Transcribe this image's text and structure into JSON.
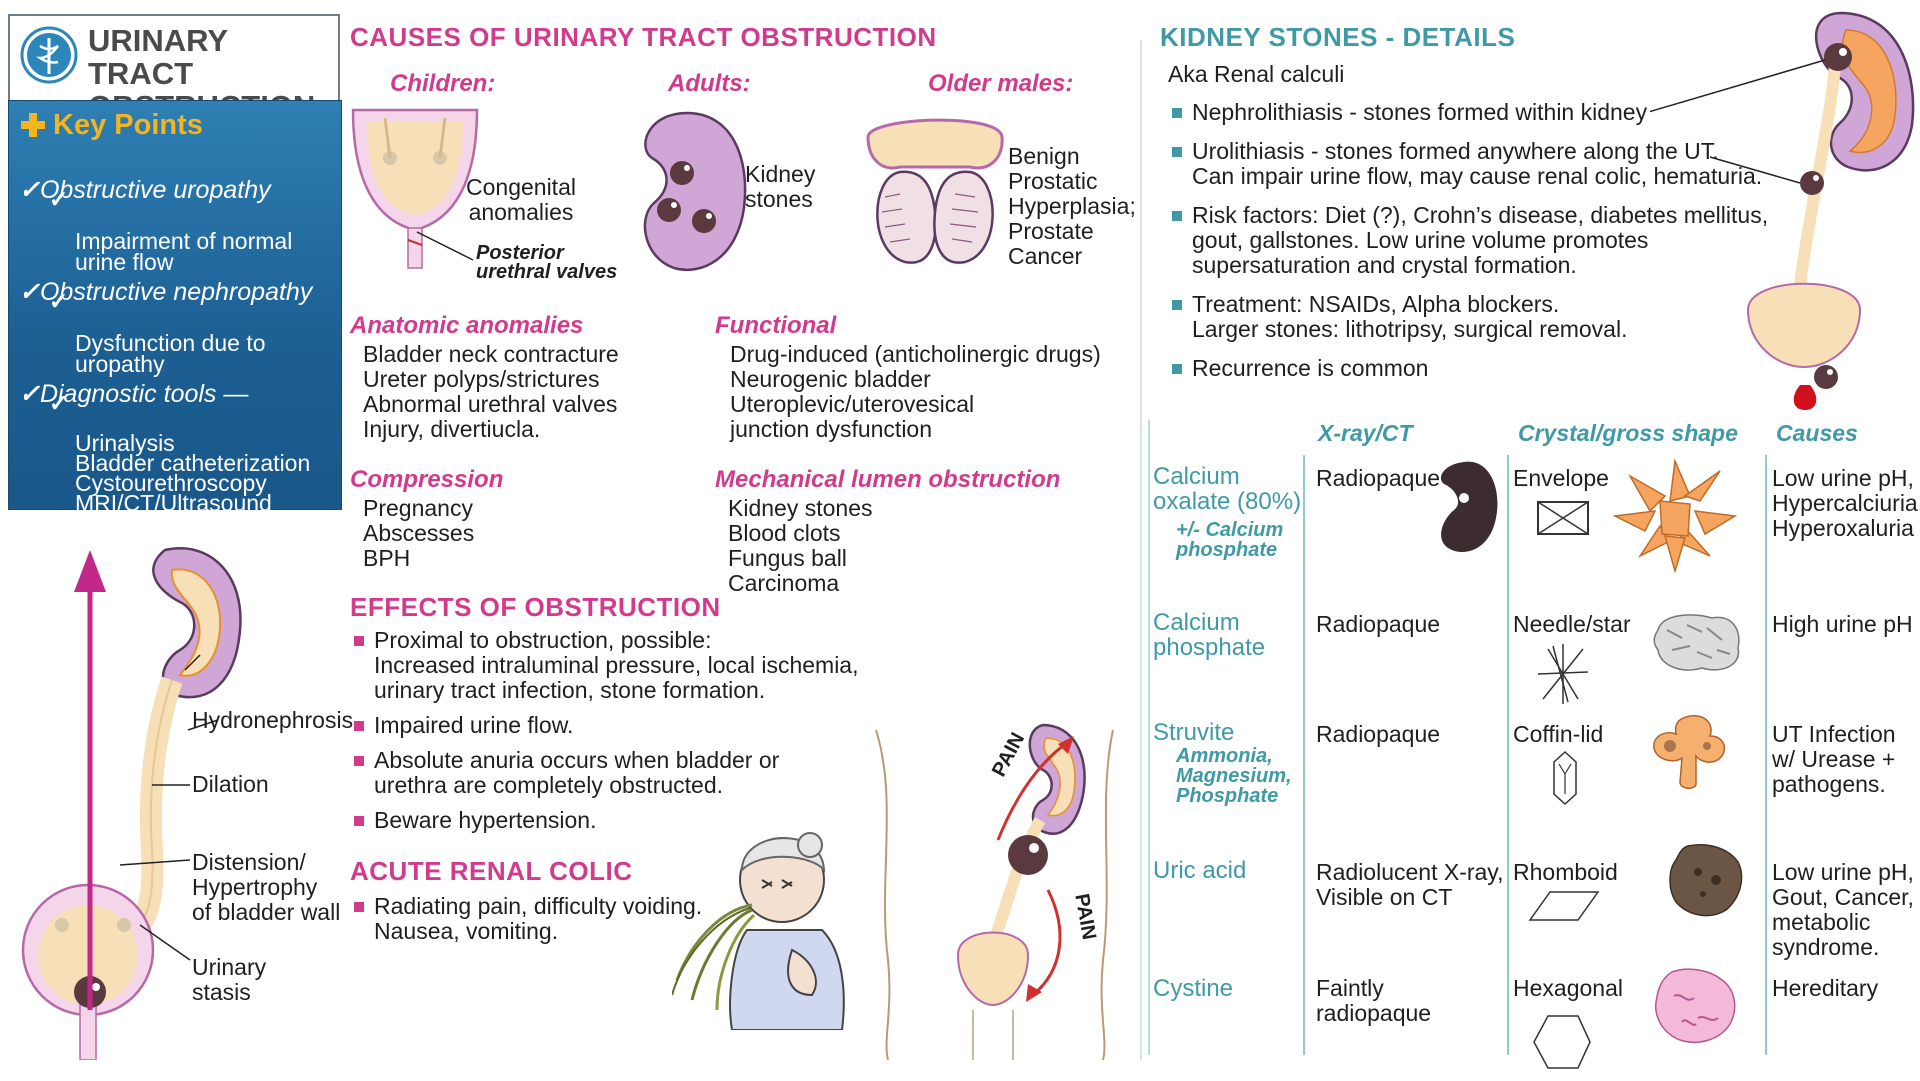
{
  "title": "URINARY TRACT\nOBSTRUCTION",
  "key_points": {
    "header": "Key Points",
    "items": [
      {
        "label": "Obstructive uropathy",
        "sub": "Impairment of normal\nurine flow"
      },
      {
        "label": "Obstructive nephropathy",
        "sub": "Dysfunction due to\nuropathy"
      },
      {
        "label": "Diagnostic tools —",
        "sub": "Urinalysis\nBladder catheterization\nCystourethroscopy\nMRI/CT/Ultrasound"
      }
    ]
  },
  "left_diagram": {
    "hydronephrosis": "Hydronephrosis",
    "dilation": "Dilation",
    "distension": "Distension/\nHypertrophy\nof bladder wall",
    "stasis": "Urinary\nstasis"
  },
  "causes": {
    "title": "CAUSES OF URINARY TRACT OBSTRUCTION",
    "children": {
      "heading": "Children:",
      "label": "Congenital\nanomalies",
      "valves": "Posterior\nurethral valves"
    },
    "adults": {
      "heading": "Adults:",
      "label": "Kidney\nstones"
    },
    "older_males": {
      "heading": "Older males:",
      "label": "Benign\nProstatic\nHyperplasia;\nProstate\nCancer"
    },
    "anatomic": {
      "heading": "Anatomic anomalies",
      "items": "Bladder neck contracture\nUreter polyps/strictures\nAbnormal urethral valves\nInjury, divertiucla."
    },
    "functional": {
      "heading": "Functional",
      "items": "Drug-induced (anticholinergic drugs)\nNeurogenic bladder\nUteroplevic/uterovesical\njunction dysfunction"
    },
    "compression": {
      "heading": "Compression",
      "items": "Pregnancy\nAbscesses\nBPH"
    },
    "mechanical": {
      "heading": "Mechanical lumen obstruction",
      "items": "Kidney stones\nBlood clots\nFungus ball\nCarcinoma"
    }
  },
  "effects": {
    "title": "EFFECTS OF OBSTRUCTION",
    "items": [
      "Proximal to obstruction, possible:\nIncreased intraluminal pressure, local ischemia,\nurinary tract infection, stone formation.",
      "Impaired urine flow.",
      "Absolute anuria occurs when bladder or\nurethra are completely obstructed.",
      "Beware hypertension."
    ]
  },
  "colic": {
    "title": "ACUTE RENAL COLIC",
    "items": [
      "Radiating pain, difficulty voiding.\nNausea, vomiting."
    ],
    "pain_upper": "PAIN",
    "pain_lower": "PAIN"
  },
  "stones": {
    "title": "KIDNEY STONES - DETAILS",
    "aka": "Aka Renal calculi",
    "items": [
      "Nephrolithiasis - stones formed within kidney",
      "Urolithiasis - stones formed anywhere along the UT.\n  Can impair urine flow, may cause renal colic, hematuria.",
      "Risk factors: Diet (?), Crohn’s disease, diabetes mellitus,\ngout, gallstones. Low urine volume promotes\nsupersaturation and crystal formation.",
      "Treatment: NSAIDs, Alpha blockers.\nLarger stones: lithotripsy, surgical removal.",
      "Recurrence is common"
    ]
  },
  "table": {
    "headers": [
      "X-ray/CT",
      "Crystal/gross shape",
      "Causes"
    ],
    "rows": [
      {
        "name": "Calcium\noxalate (80%)",
        "sub": "+/- Calcium\nphosphate",
        "xray": "Radiopaque",
        "shape": "Envelope",
        "causes": "Low urine pH,\nHypercalciuria,\nHyperoxaluria"
      },
      {
        "name": "Calcium\nphosphate",
        "sub": "",
        "xray": "Radiopaque",
        "shape": "Needle/star",
        "causes": "High urine pH"
      },
      {
        "name": "Struvite",
        "sub": "Ammonia,\nMagnesium,\nPhosphate",
        "xray": "Radiopaque",
        "shape": "Coffin-lid",
        "causes": "UT Infection\nw/ Urease +\npathogens."
      },
      {
        "name": "Uric acid",
        "sub": "",
        "xray": "Radiolucent X-ray,\nVisible on CT",
        "shape": "Rhomboid",
        "causes": "Low urine pH,\nGout, Cancer,\nmetabolic\nsyndrome."
      },
      {
        "name": "Cystine",
        "sub": "",
        "xray": "Faintly\nradiopaque",
        "shape": "Hexagonal",
        "causes": "Hereditary"
      }
    ]
  },
  "colors": {
    "pink": "#d23a8c",
    "teal": "#3f9aa6",
    "panel_blue": "#1f6aa0",
    "gold": "#f5b41e",
    "kidney_purple": "#cfa6d6",
    "stone_dark": "#5a3a3e",
    "tan": "#f7dfb8"
  }
}
